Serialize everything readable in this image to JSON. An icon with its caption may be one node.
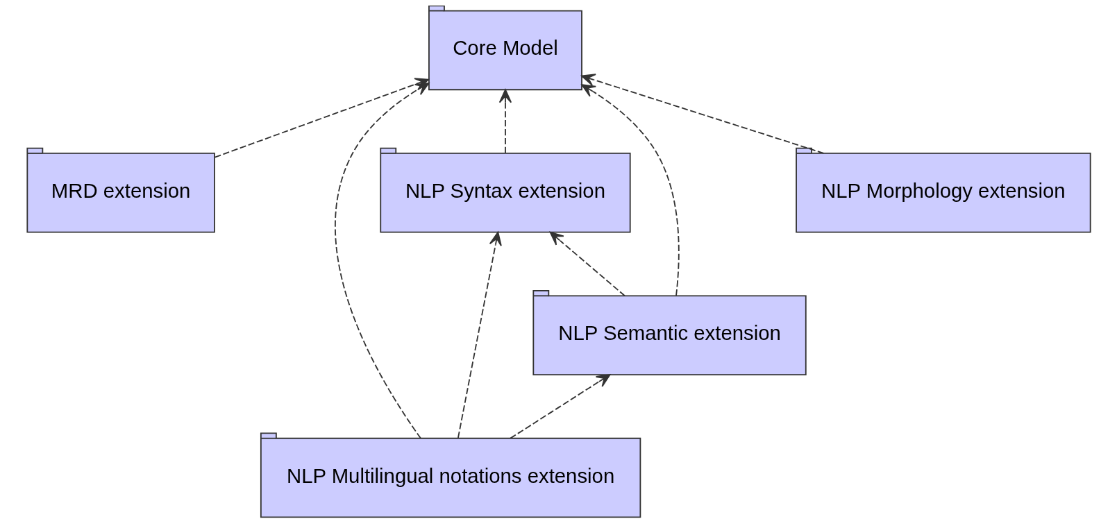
{
  "diagram": {
    "nodes": [
      {
        "text": [
          "Core Model"
        ]
      },
      {
        "text": [
          "MRD extension"
        ]
      },
      {
        "text": [
          "NLP Syntax extension"
        ]
      },
      {
        "text": [
          "NLP Semantic extension"
        ]
      },
      {
        "text": [
          "NLP Morphology extension"
        ]
      },
      {
        "text": [
          "NLP Multilingual notations extension"
        ]
      }
    ],
    "edges": [
      {
        "from": 1,
        "to": 0,
        "arrow": "to",
        "style": "dashed"
      },
      {
        "from": 4,
        "to": 0,
        "arrow": "to",
        "style": "dashed"
      },
      {
        "from": 5,
        "to": 0,
        "arrow": "to",
        "style": "dashed"
      },
      {
        "from": 2,
        "to": 0,
        "arrow": "to",
        "style": "dashed"
      },
      {
        "from": 3,
        "to": 0,
        "arrow": "to",
        "style": "dashed"
      },
      {
        "from": 3,
        "to": 2,
        "arrow": "to",
        "style": "dashed"
      },
      {
        "from": 5,
        "to": 2,
        "arrow": "to",
        "style": "dashed"
      },
      {
        "from": 5,
        "to": 3,
        "arrow": "to",
        "style": "dashed"
      }
    ]
  }
}
